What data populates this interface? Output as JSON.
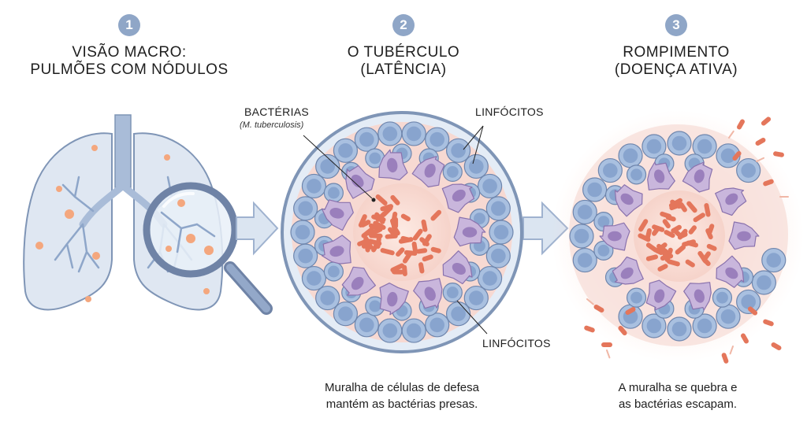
{
  "steps": [
    {
      "number": "1",
      "title_line1": "VISÃO MACRO:",
      "title_line2": "PULMÕES COM NÓDULOS"
    },
    {
      "number": "2",
      "title_line1": "O TUBÉRCULO",
      "title_line2": "(LATÊNCIA)"
    },
    {
      "number": "3",
      "title_line1": "ROMPIMENTO",
      "title_line2": "(DOENÇA ATIVA)"
    }
  ],
  "labels": {
    "bacteria": "BACTÉRIAS",
    "bacteria_species": "(M. tuberculosis)",
    "lymphocytes_top": "LINFÓCITOS",
    "lymphocytes_bottom": "LINFÓCITOS"
  },
  "captions": {
    "tubercle_line1": "Muralha de células de defesa",
    "tubercle_line2": "mantém as bactérias presas.",
    "rupture_line1": "A muralha se quebra e",
    "rupture_line2": "as bactérias escapam."
  },
  "colors": {
    "badge": "#8fa6c7",
    "lung_fill": "#dfe7f2",
    "lung_stroke": "#7f95b6",
    "airway": "#a9bcd8",
    "nodule": "#f4a77e",
    "lymphocyte": "#a9c0e0",
    "lymphocyte_nucleus": "#7e9bc8",
    "macrophage": "#c9b6dc",
    "macrophage_nucleus": "#9a7fbc",
    "core": "#fbe3dc",
    "bacteria": "#e4765b",
    "arrow": "#dbe5f1"
  },
  "icons": [
    "lungs-icon",
    "magnifier-icon",
    "arrow-right-icon"
  ]
}
